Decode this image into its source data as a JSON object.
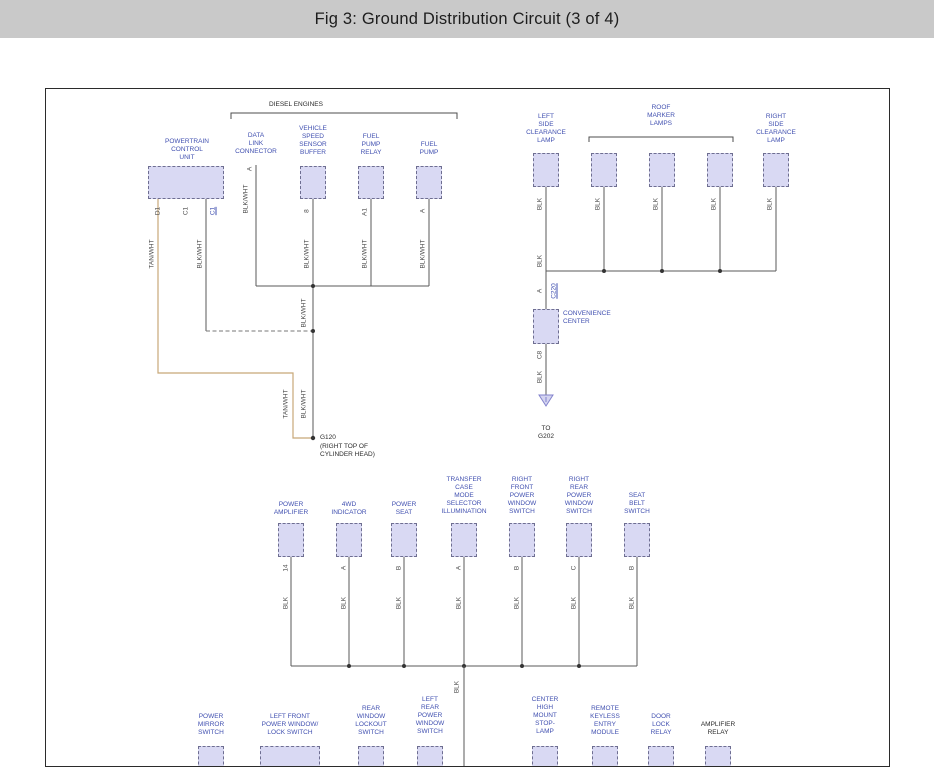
{
  "header": {
    "title": "Fig 3: Ground Distribution Circuit (3 of 4)"
  },
  "groups": {
    "diesel_engines": "DIESEL ENGINES",
    "roof_marker_lamps": "ROOF\nMARKER\nLAMPS"
  },
  "components": {
    "powertrain_control_unit": "POWERTRAIN\nCONTROL\nUNIT",
    "data_link_connector": "DATA\nLINK\nCONNECTOR",
    "vehicle_speed_sensor_buffer": "VEHICLE\nSPEED\nSENSOR\nBUFFER",
    "fuel_pump_relay": "FUEL\nPUMP\nRELAY",
    "fuel_pump": "FUEL\nPUMP",
    "left_side_clearance_lamp": "LEFT\nSIDE\nCLEARANCE\nLAMP",
    "right_side_clearance_lamp": "RIGHT\nSIDE\nCLEARANCE\nLAMP",
    "convenience_center": "CONVENIENCE\nCENTER",
    "power_amplifier": "POWER\nAMPLIFIER",
    "fwd_indicator": "4WD\nINDICATOR",
    "power_seat": "POWER\nSEAT",
    "transfer_case_mode_selector_illumination": "TRANSFER\nCASE\nMODE\nSELECTOR\nILLUMINATION",
    "right_front_power_window_switch": "RIGHT\nFRONT\nPOWER\nWINDOW\nSWITCH",
    "right_rear_power_window_switch": "RIGHT\nREAR\nPOWER\nWINDOW\nSWITCH",
    "seat_belt_switch": "SEAT\nBELT\nSWITCH",
    "power_mirror_switch": "POWER\nMIRROR\nSWITCH",
    "left_front_power_window_lock_switch": "LEFT FRONT\nPOWER WINDOW/\nLOCK SWITCH",
    "rear_window_lockout_switch": "REAR\nWINDOW\nLOCKOUT\nSWITCH",
    "left_rear_power_window_switch": "LEFT\nREAR\nPOWER\nWINDOW\nSWITCH",
    "center_high_mount_stop_lamp": "CENTER\nHIGH\nMOUNT\nSTOP-\nLAMP",
    "remote_keyless_entry_module": "REMOTE\nKEYLESS\nENTRY\nMODULE",
    "door_lock_relay": "DOOR\nLOCK\nRELAY",
    "amplifier_relay": "AMPLIFIER\nRELAY"
  },
  "pins": {
    "d1": "D1",
    "c1": "C1",
    "a": "A",
    "n8": "8",
    "a1": "A1",
    "n14": "14",
    "b": "B",
    "c": "C",
    "c8": "C8"
  },
  "connectors": {
    "c1": "C1",
    "c220": "C220"
  },
  "wires": {
    "blk": "BLK",
    "blk_wht": "BLK/WHT",
    "tan_wht": "TAN/WHT"
  },
  "grounds": {
    "g120": "G120",
    "g120_location": "(RIGHT TOP OF\nCYLINDER HEAD)",
    "to_g202": "TO\nG202"
  },
  "colors": {
    "label_blue": "#4150b0",
    "box_fill": "#d9d9f3",
    "wire_gray": "#5a5a5a",
    "wire_tan": "#c8a878",
    "titlebar_gray": "#c9c9c9"
  }
}
